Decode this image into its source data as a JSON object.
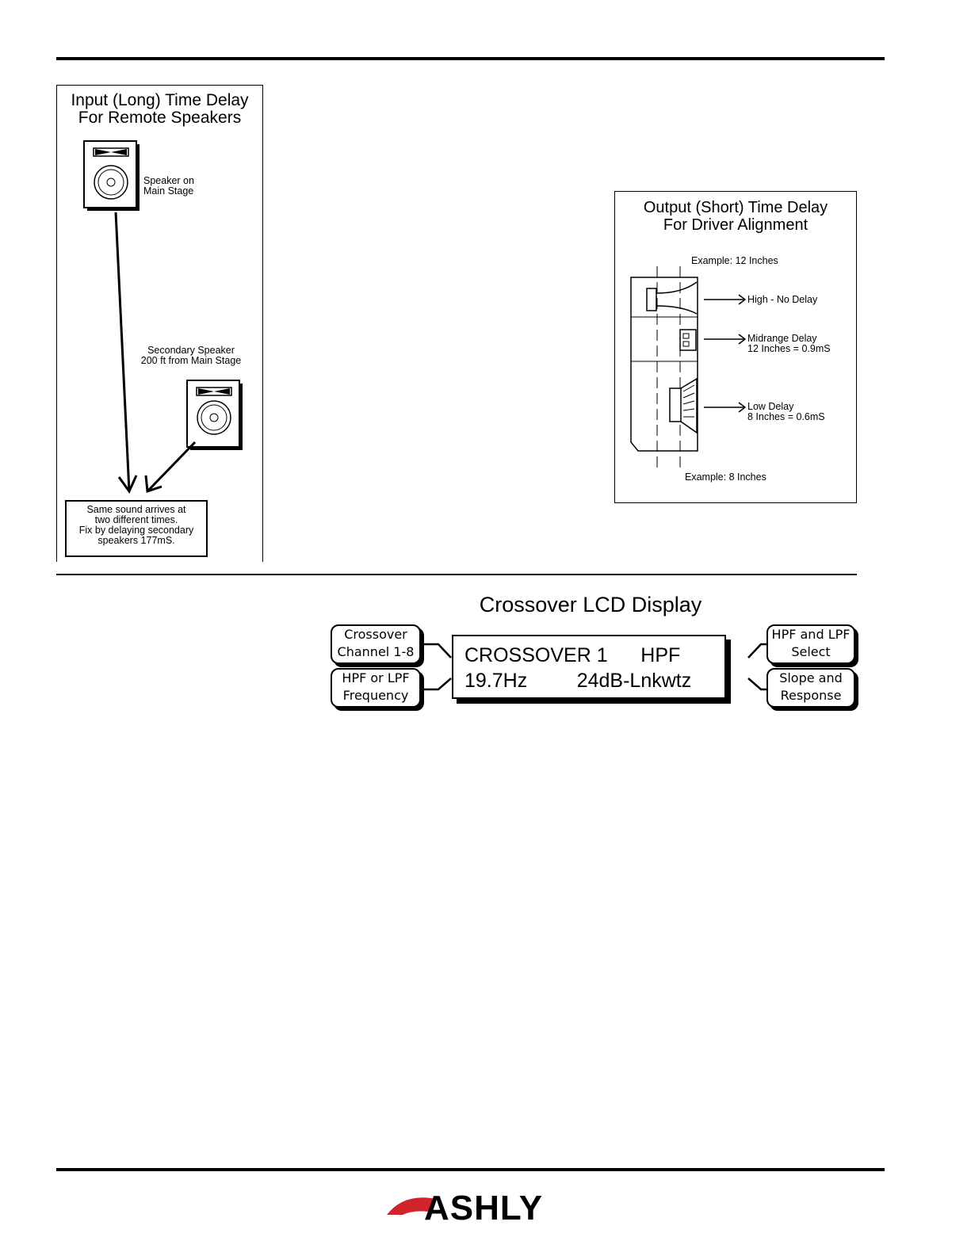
{
  "left_figure": {
    "title_line1": "Input (Long) Time Delay",
    "title_line2": "For Remote Speakers",
    "main_speaker_line1": "Speaker on",
    "main_speaker_line2": "Main Stage",
    "secondary_speaker_line1": "Secondary Speaker",
    "secondary_speaker_line2": "200 ft from Main Stage",
    "note_line1": "Same sound arrives at",
    "note_line2": "two different times.",
    "note_line3": "Fix by delaying secondary",
    "note_line4": "speakers 177mS."
  },
  "right_figure": {
    "title_line1": "Output (Short) Time Delay",
    "title_line2": "For Driver Alignment",
    "example_top": "Example:  12 Inches",
    "example_bottom": "Example:  8 Inches",
    "high_label": "High - No Delay",
    "mid_label_line1": "Midrange Delay",
    "mid_label_line2": "12 Inches = 0.9mS",
    "low_label_line1": "Low Delay",
    "low_label_line2": "8 Inches = 0.6mS"
  },
  "lcd": {
    "title": "Crossover LCD Display",
    "line1": "CROSSOVER 1      HPF",
    "line2": "19.7Hz         24dB-Lnkwtz",
    "callout_channel_line1": "Crossover",
    "callout_channel_line2": "Channel 1-8",
    "callout_freq_line1": "HPF or LPF",
    "callout_freq_line2": "Frequency",
    "callout_select_line1": "HPF and LPF",
    "callout_select_line2": "Select",
    "callout_slope_line1": "Slope and",
    "callout_slope_line2": "Response"
  },
  "footer": {
    "logo_text": "ASHLY",
    "logo_color": "#d2232a"
  }
}
